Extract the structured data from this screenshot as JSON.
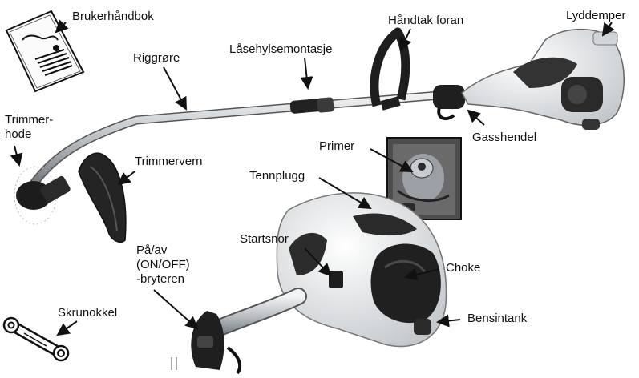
{
  "labels": {
    "brukerhandbok": "Brukerhåndbok",
    "handtak_foran": "Håndtak foran",
    "lyddemper": "Lyddemper",
    "riggrore": "Riggrøre",
    "lasehylse": "Låsehylsemontasje",
    "trimmerhode": "Trimmer-\nhode",
    "trimmervern": "Trimmervern",
    "gasshendel": "Gasshendel",
    "primer": "Primer",
    "tennplugg": "Tennplugg",
    "startsnor": "Startsnor",
    "pa_av": "På/av\n(ON/OFF)\n-bryteren",
    "choke": "Choke",
    "skrunokkel": "Skrunokkel",
    "bensintank": "Bensintank"
  },
  "colors": {
    "ink": "#111111",
    "housing_light": "#e9ecef",
    "housing_dark": "#2b2b2b",
    "shaft": "#c8ccd0",
    "inset_bg": "#555555"
  }
}
